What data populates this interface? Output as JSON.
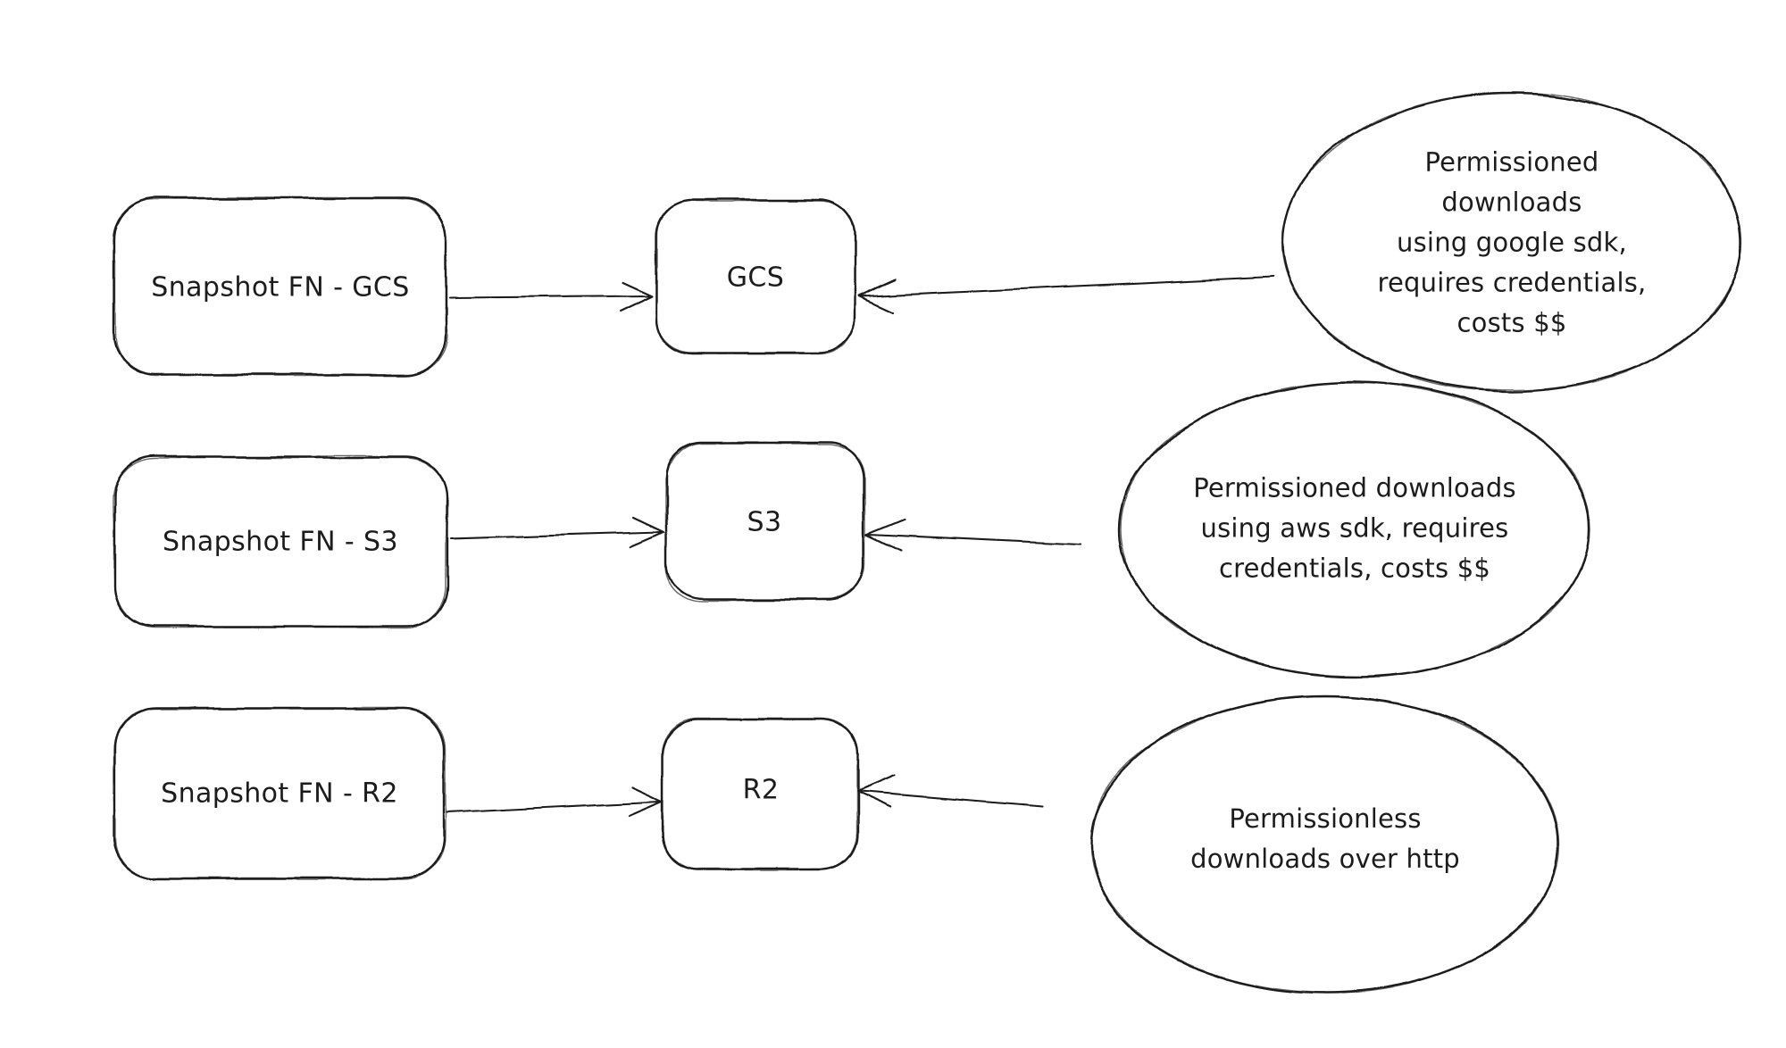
{
  "canvas": {
    "background": "#ffffff",
    "stroke_color": "#1c1c1c",
    "text_color": "#1c1c1c"
  },
  "diagram": {
    "rows": [
      {
        "source": "Snapshot FN - GCS",
        "target": "GCS",
        "note": "Permissioned downloads\nusing google sdk,\nrequires credentials,\ncosts $$"
      },
      {
        "source": "Snapshot FN - S3",
        "target": "S3",
        "note": "Permissioned downloads\nusing aws sdk, requires\ncredentials, costs $$"
      },
      {
        "source": "Snapshot FN - R2",
        "target": "R2",
        "note": "Permissionless\ndownloads over http"
      }
    ]
  }
}
